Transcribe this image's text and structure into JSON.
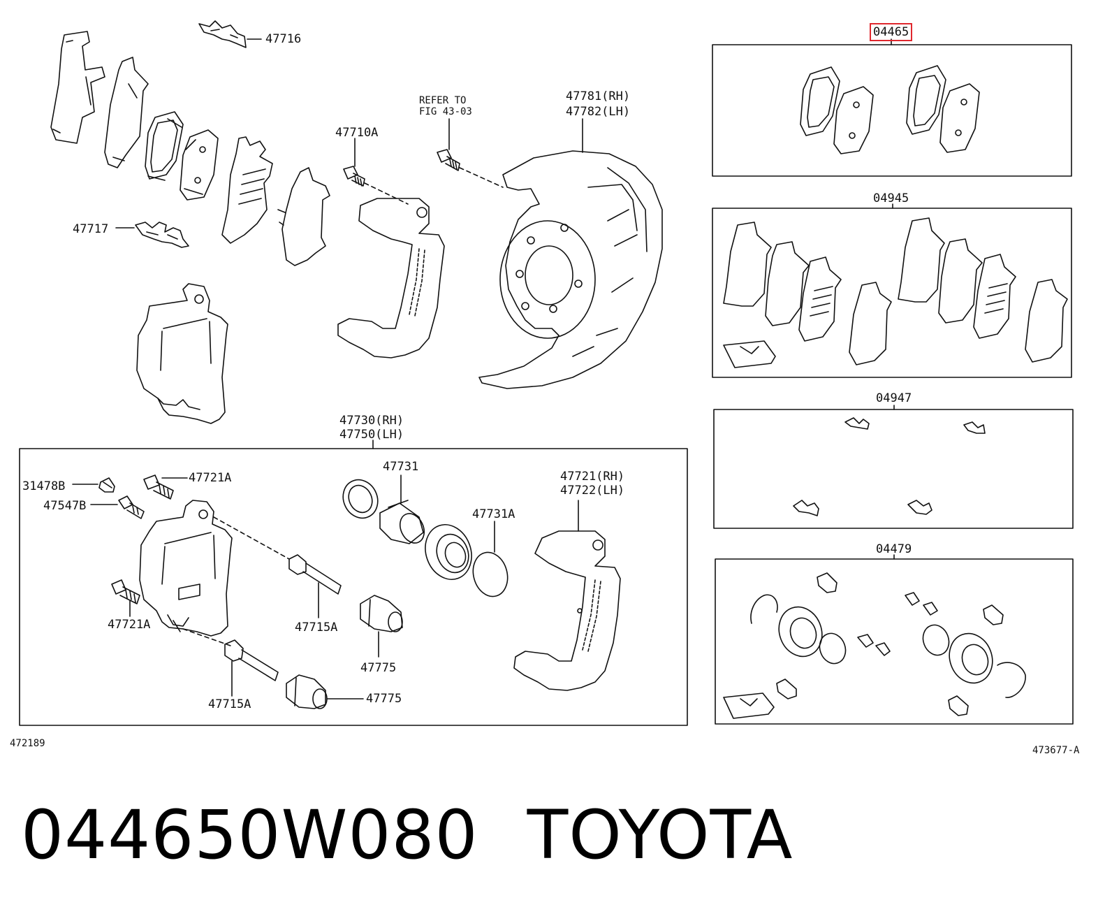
{
  "labels": {
    "p47716": "47716",
    "p47717": "47717",
    "p47710A": "47710A",
    "refer_line1": "REFER TO",
    "refer_line2": "FIG 43-03",
    "p47781": "47781(RH)",
    "p47782": "47782(LH)",
    "p47730": "47730(RH)",
    "p47750": "47750(LH)",
    "p31478B": "31478B",
    "p47547B": "47547B",
    "p47721A_top": "47721A",
    "p47721A_bottom": "47721A",
    "p47731": "47731",
    "p47731A": "47731A",
    "p47721": "47721(RH)",
    "p47722": "47722(LH)",
    "p47715A_mid": "47715A",
    "p47715A_bottom": "47715A",
    "p47775_mid": "47775",
    "p47775_bottom": "47775",
    "ref_left": "472189",
    "ref_right": "473677-A"
  },
  "kits": {
    "kit1": "04465",
    "kit2": "04945",
    "kit3": "04947",
    "kit4": "04479"
  },
  "caption": {
    "part_number": "044650W080",
    "brand": "TOYOTA"
  },
  "colors": {
    "line": "#111111",
    "highlight": "#e0282e"
  }
}
